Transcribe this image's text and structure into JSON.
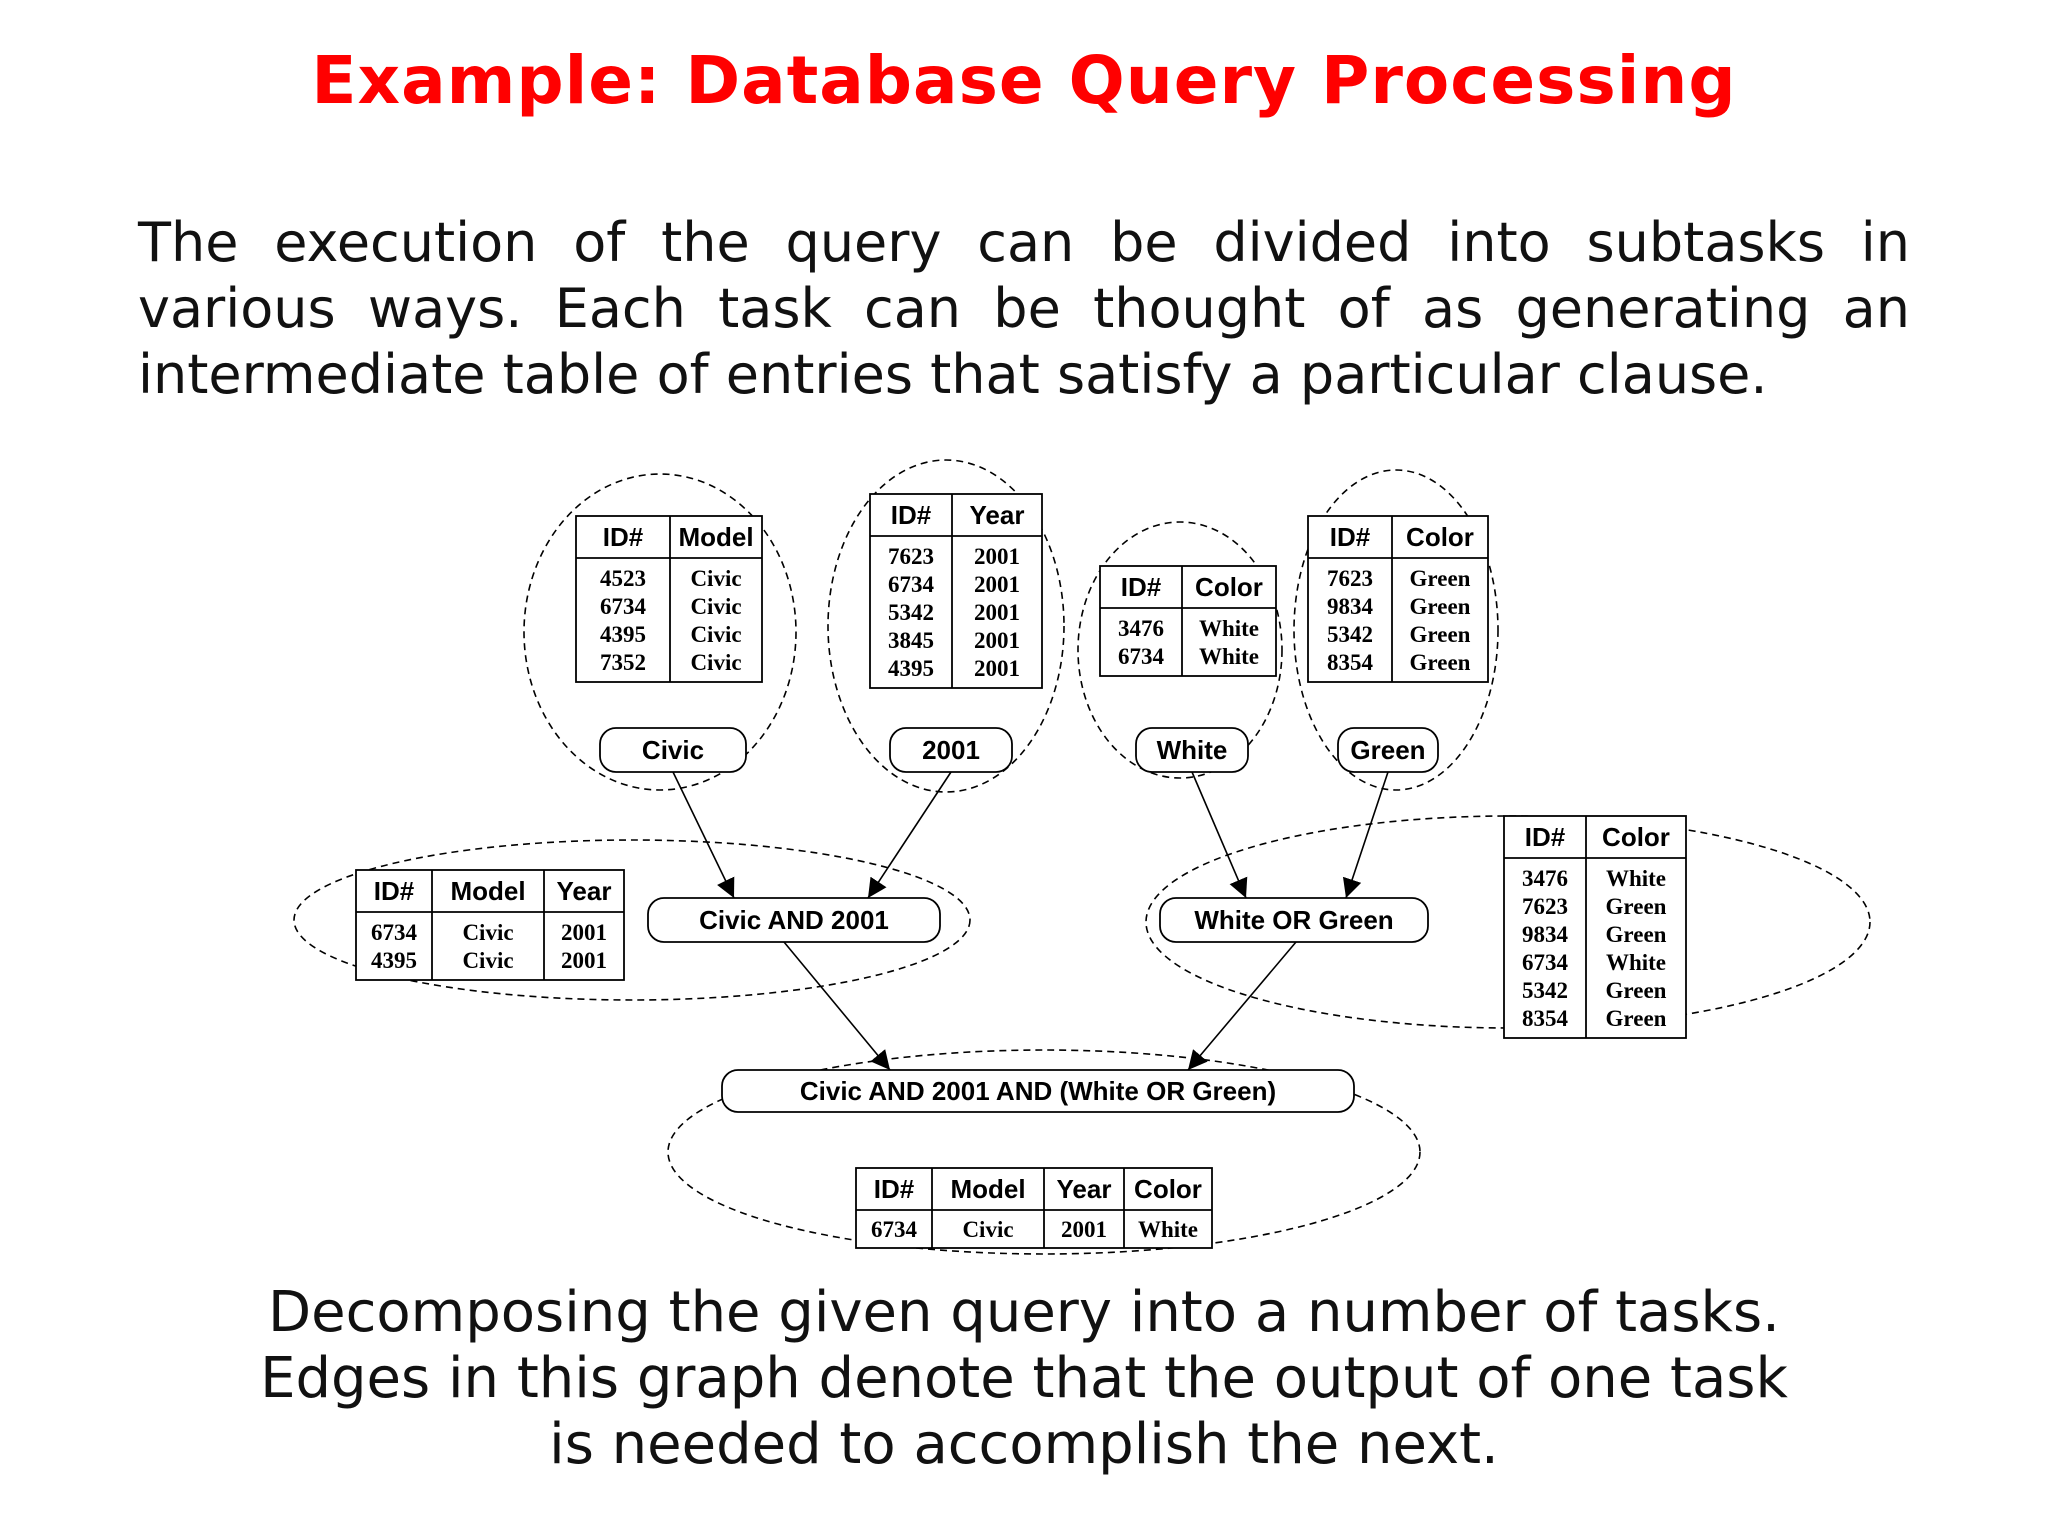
{
  "title": "Example: Database Query Processing",
  "intro": "The execution of the query can be divided into subtasks in various ways. Each task can be thought of as generating an intermediate table of entries that satisfy a particular clause.",
  "caption": {
    "line1": "Decomposing the given query into a number of tasks.",
    "line2": "Edges in this graph denote that the output of one task",
    "line3": "is needed to accomplish the next."
  },
  "nodes": [
    {
      "id": "civic",
      "label": "Civic"
    },
    {
      "id": "y2001",
      "label": "2001"
    },
    {
      "id": "white",
      "label": "White"
    },
    {
      "id": "green",
      "label": "Green"
    },
    {
      "id": "civic_and_2001",
      "label": "Civic AND 2001"
    },
    {
      "id": "white_or_green",
      "label": "White OR Green"
    },
    {
      "id": "final",
      "label": "Civic AND 2001 AND (White OR Green)"
    }
  ],
  "edges": [
    {
      "from": "civic",
      "to": "civic_and_2001"
    },
    {
      "from": "y2001",
      "to": "civic_and_2001"
    },
    {
      "from": "white",
      "to": "white_or_green"
    },
    {
      "from": "green",
      "to": "white_or_green"
    },
    {
      "from": "civic_and_2001",
      "to": "final"
    },
    {
      "from": "white_or_green",
      "to": "final"
    }
  ],
  "tables": [
    {
      "id": "civic",
      "headers": [
        "ID#",
        "Model"
      ],
      "rows": [
        [
          "4523",
          "Civic"
        ],
        [
          "6734",
          "Civic"
        ],
        [
          "4395",
          "Civic"
        ],
        [
          "7352",
          "Civic"
        ]
      ]
    },
    {
      "id": "y2001",
      "headers": [
        "ID#",
        "Year"
      ],
      "rows": [
        [
          "7623",
          "2001"
        ],
        [
          "6734",
          "2001"
        ],
        [
          "5342",
          "2001"
        ],
        [
          "3845",
          "2001"
        ],
        [
          "4395",
          "2001"
        ]
      ]
    },
    {
      "id": "white",
      "headers": [
        "ID#",
        "Color"
      ],
      "rows": [
        [
          "3476",
          "White"
        ],
        [
          "6734",
          "White"
        ]
      ]
    },
    {
      "id": "green",
      "headers": [
        "ID#",
        "Color"
      ],
      "rows": [
        [
          "7623",
          "Green"
        ],
        [
          "9834",
          "Green"
        ],
        [
          "5342",
          "Green"
        ],
        [
          "8354",
          "Green"
        ]
      ]
    },
    {
      "id": "civic_and_2001",
      "headers": [
        "ID#",
        "Model",
        "Year"
      ],
      "rows": [
        [
          "6734",
          "Civic",
          "2001"
        ],
        [
          "4395",
          "Civic",
          "2001"
        ]
      ]
    },
    {
      "id": "white_or_green",
      "headers": [
        "ID#",
        "Color"
      ],
      "rows": [
        [
          "3476",
          "White"
        ],
        [
          "7623",
          "Green"
        ],
        [
          "9834",
          "Green"
        ],
        [
          "6734",
          "White"
        ],
        [
          "5342",
          "Green"
        ],
        [
          "8354",
          "Green"
        ]
      ]
    },
    {
      "id": "final",
      "headers": [
        "ID#",
        "Model",
        "Year",
        "Color"
      ],
      "rows": [
        [
          "6734",
          "Civic",
          "2001",
          "White"
        ]
      ]
    }
  ],
  "colors": {
    "title": "#ff0000",
    "text": "#111111",
    "line": "#000000"
  }
}
